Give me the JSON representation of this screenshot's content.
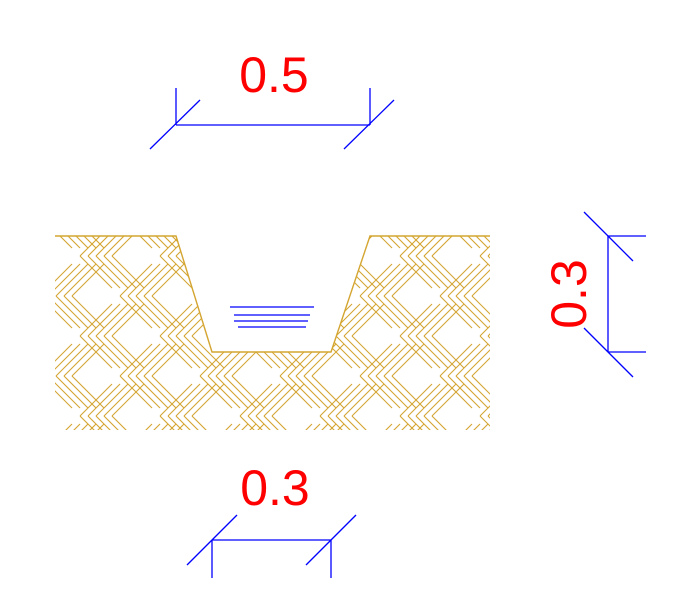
{
  "dimensions": {
    "top_width": "0.5",
    "bottom_width": "0.3",
    "depth": "0.3"
  },
  "colors": {
    "dimension_text": "#ff0000",
    "dimension_line": "#0000ff",
    "soil_hatch": "#d4a531",
    "water": "#0000ff",
    "background": "#ffffff"
  }
}
